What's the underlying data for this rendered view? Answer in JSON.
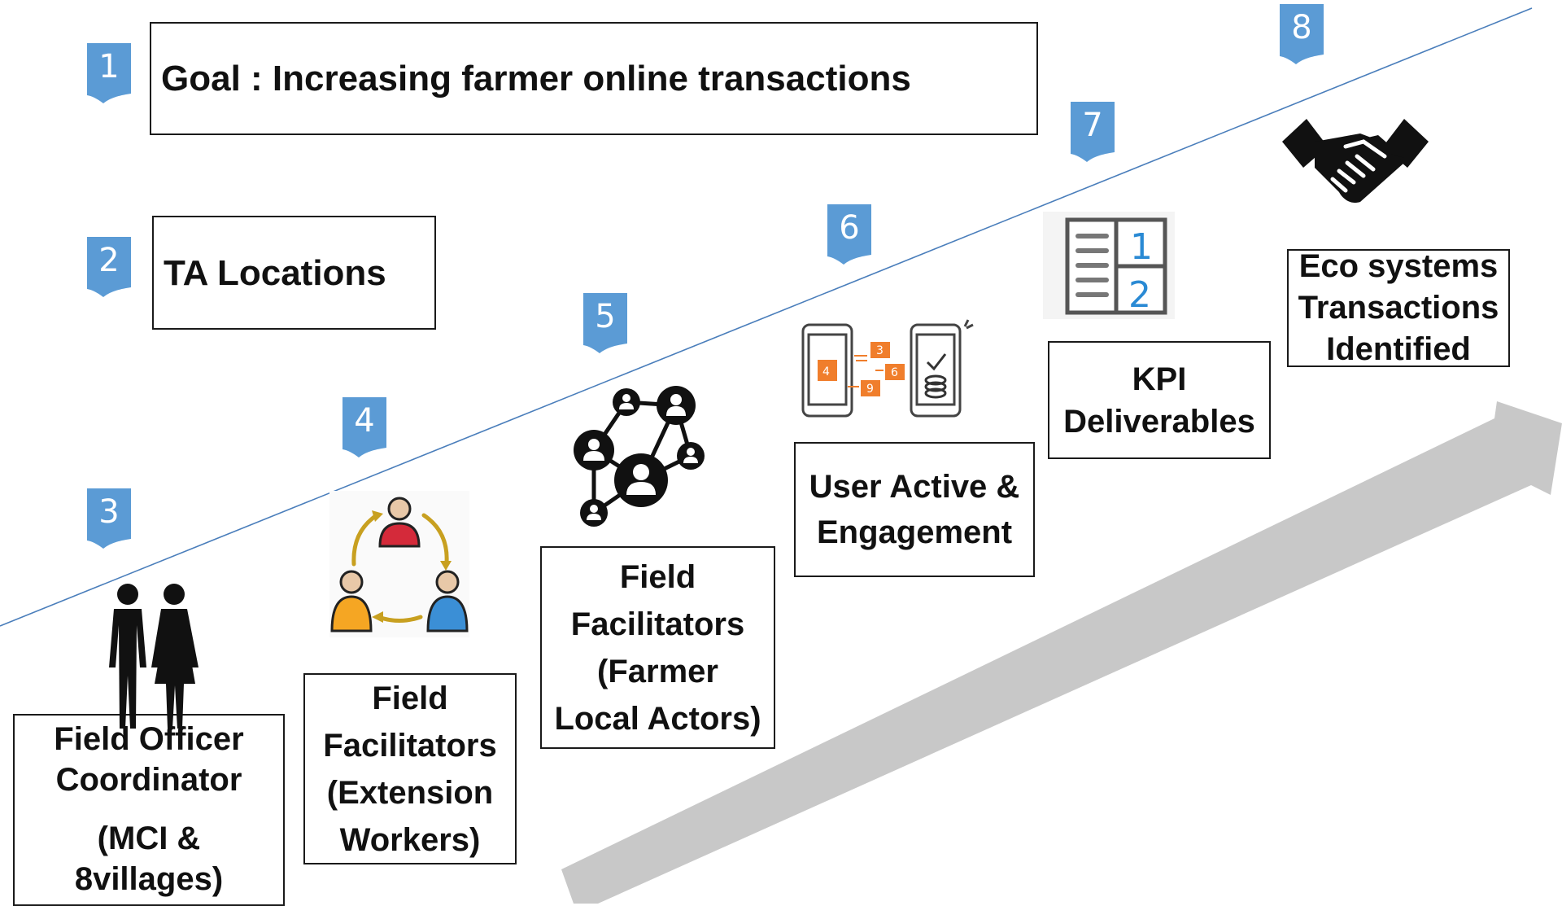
{
  "colors": {
    "badge": "#5b9bd5",
    "trend_line": "#4a7ebb",
    "arrow": "#c8c8c8",
    "orange": "#f07e2c"
  },
  "steps": [
    {
      "num": "1",
      "label": "Goal  :   Increasing farmer online transactions"
    },
    {
      "num": "2",
      "label": "TA Locations"
    },
    {
      "num": "3",
      "label": "Field Officer Coordinator",
      "sub": "(MCI &\n8villages)"
    },
    {
      "num": "4",
      "label": "Field\nFacilitators\n(Extension\nWorkers)"
    },
    {
      "num": "5",
      "label": "Field\nFacilitators\n(Farmer\nLocal Actors)"
    },
    {
      "num": "6",
      "label": "User Active &\nEngagement"
    },
    {
      "num": "7",
      "label": "KPI\nDeliverables"
    },
    {
      "num": "8",
      "label": "Eco systems\nTransactions\nIdentified"
    }
  ],
  "icons": {
    "people": "people-couple-icon",
    "cycle": "team-cycle-icon",
    "network": "network-icon",
    "phones": "phone-transfer-icon",
    "kpi": "kpi-table-icon",
    "handshake": "handshake-icon"
  },
  "icon_text": {
    "phone_tags": [
      "4",
      "3",
      "6",
      "9"
    ],
    "kpi_cells": [
      "1",
      "2"
    ]
  }
}
